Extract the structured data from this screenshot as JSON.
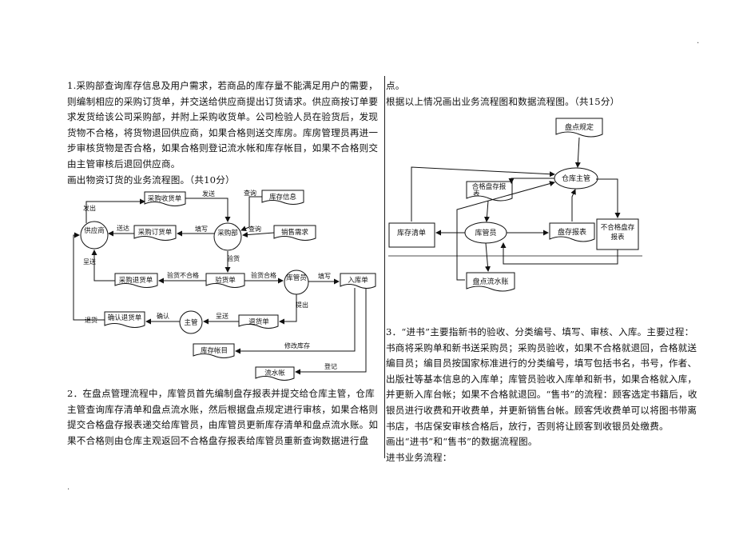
{
  "corner_marks": {
    "top": ".",
    "bottom": "."
  },
  "left": {
    "p1_lines": [
      "1.采购部查询库存信息及用户需求，若商品的库存量不能满足用户的需要，",
      "则编制相应的采购订货单，并交送给供应商提出订货请求。供应商按订单要",
      "求发货给该公司采购部，并附上采购收货单。公司检验人员在验货后，发现",
      "货物不合格，将货物退回供应商，如果合格则送交库房。库房管理员再进一",
      "步审核货物是否合格，如果合格则登记流水帐和库存帐目，如果不合格则交",
      "由主管审核后退回供应商。",
      "画出物资订货的业务流程图。（共10分）"
    ],
    "p2_lines": [
      "2．在盘点管理流程中，库管员首先编制盘存报表并提交给仓库主管，仓库",
      "主管查询库存清单和盘点流水账，然后根据盘点规定进行审核，如果合格则",
      "提交合格盘存报表递交给库管员，由库管员更新库存清单和盘点流水账。如",
      "果不合格则由仓库主观返回不合格盘存报表给库管员重新查询数据进行盘"
    ],
    "diagram1": {
      "nodes": {
        "supplier": "供应商",
        "purchasing": "采购部",
        "inspection": "验货",
        "warehouse_keeper": "库管员",
        "manager": "主管",
        "receipt_doc": "采购收货单",
        "inventory_info": "库存信息",
        "order_doc": "采购订货单",
        "sales_demand": "销售需求",
        "return_doc": "采购退货单",
        "inspect_doc": "验货单",
        "stock_in_doc": "入库单",
        "confirm_return_doc": "确认退货单",
        "return_slip": "退货单",
        "inventory_account": "库存帐目",
        "journal": "流水帐"
      },
      "labels": {
        "ship": "发出",
        "send": "发送",
        "query": "查询",
        "deliver": "送达",
        "fill": "填写",
        "query2": "查询",
        "inspect": "验货",
        "present": "呈送",
        "unqualified": "验货不合格",
        "qualified": "验货合格",
        "fill2": "填写",
        "propose": "提出",
        "return_goods": "退货",
        "confirm": "确认",
        "present2": "呈送",
        "modify": "修改库存",
        "register": "登记"
      }
    }
  },
  "right": {
    "top_line1": "点。",
    "top_line2": "根据以上情况画出业务流程图和数据流程图。（共15分）",
    "p3_lines": [
      "3．“进书”主要指新书的验收、分类编号、填写、审核、入库。主要过程：",
      "书商将采购单和新书送采购员；采购员验收，如果不合格就退回，合格就送",
      "编目员；编目员按国家标准进行的分类编号，填写包括书名，书号，作者、",
      "出版社等基本信息的入库单；库管员验收入库单和新书，如果合格就入库，",
      "并更新入库台帐；如果不合格就退回。“售书”的流程：顾客选定书籍后，收",
      "银员进行收费和开收费单，并更新销售台帐。顾客凭收费单可以将图书带离",
      "书店，书店保安审核合格后，放行，否则将让顾客到收银员处缴费。",
      "画出“进书”和“售书”的数据流程图。",
      "进书业务流程："
    ],
    "diagram2": {
      "nodes": {
        "rules": "盘点规定",
        "manager": "仓库主管",
        "qualified_report": "合格盘存报表",
        "keeper": "库管员",
        "inventory_list": "库存清单",
        "count_report": "盘存报表",
        "unqualified_report": "不合格盘存报表",
        "journal": "盘点流水账"
      }
    }
  }
}
